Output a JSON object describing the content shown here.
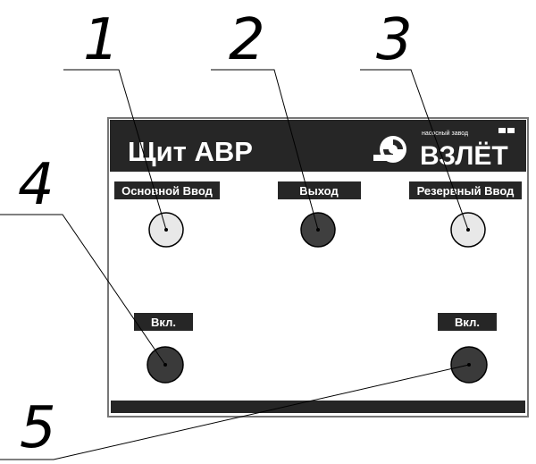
{
  "panel": {
    "title": "Щит АВР",
    "logo_caption": "насосный завод",
    "logo_name": "ВЗЛЁТ",
    "labels": {
      "main_input": "Основной Ввод",
      "output": "Выход",
      "reserve_input": "Резервный Ввод",
      "on_left": "Вкл.",
      "on_right": "Вкл."
    }
  },
  "callouts": [
    "1",
    "2",
    "3",
    "4",
    "5"
  ],
  "colors": {
    "header": "#262626",
    "lamp_light": "#e8e8e8",
    "lamp_dark": "#3f3f3f",
    "button_dark": "#3a3a3a",
    "line": "#000000"
  }
}
